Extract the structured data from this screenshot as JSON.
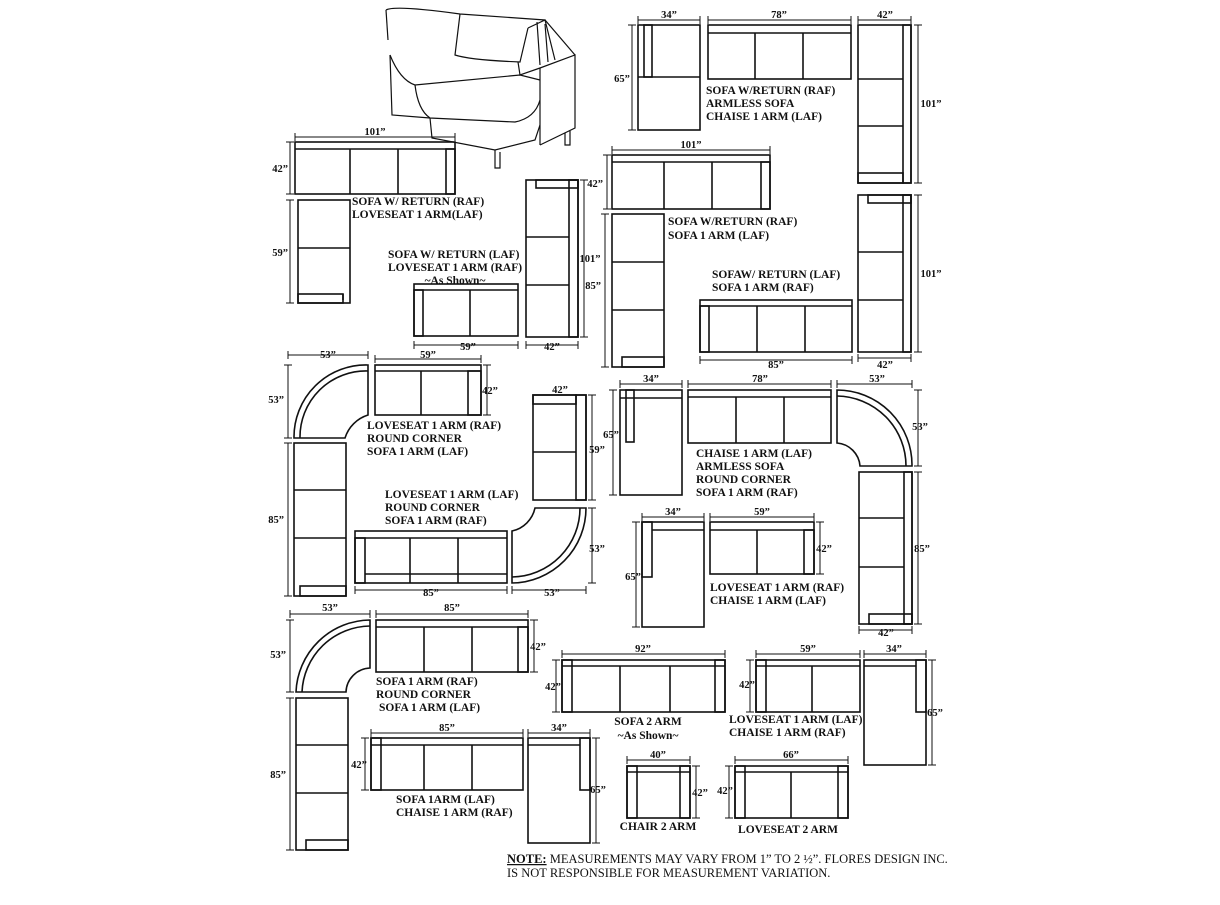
{
  "configs": {
    "c1": {
      "lines": [
        "SOFA W/RETURN (RAF)",
        "ARMLESS SOFA",
        "CHAISE 1 ARM (LAF)"
      ],
      "dims": [
        "34”",
        "78”",
        "42”",
        "65”",
        "101”"
      ]
    },
    "c2": {
      "lines": [
        "SOFA W/ RETURN (RAF)",
        "LOVESEAT 1 ARM(LAF)"
      ],
      "dims": [
        "101”",
        "42”",
        "59”"
      ]
    },
    "c3": {
      "lines": [
        "SOFA  W/ RETURN (LAF)",
        "LOVESEAT 1 ARM (RAF)",
        "~As Shown~"
      ],
      "dims": [
        "59”",
        "42”",
        "101”"
      ]
    },
    "c4": {
      "lines": [
        "SOFA W/RETURN (RAF)",
        "SOFA 1 ARM (LAF)"
      ],
      "dims": [
        "101”",
        "42”",
        "85”"
      ]
    },
    "c5": {
      "lines": [
        "SOFAW/ RETURN (LAF)",
        "SOFA 1 ARM (RAF)"
      ],
      "dims": [
        "85”",
        "42”",
        "101”"
      ]
    },
    "c6": {
      "lines": [
        "LOVESEAT 1 ARM (RAF)",
        "ROUND CORNER",
        "SOFA 1 ARM (LAF)"
      ],
      "dims": [
        "53”",
        "59”",
        "53”",
        "42”",
        "85”"
      ]
    },
    "c7": {
      "lines": [
        "LOVESEAT 1 ARM (LAF)",
        "ROUND CORNER",
        "SOFA 1 ARM (RAF)"
      ],
      "dims": [
        "42”",
        "59”",
        "53”",
        "85”",
        "53”"
      ]
    },
    "c8": {
      "lines": [
        "CHAISE 1 ARM (LAF)",
        "ARMLESS SOFA",
        "ROUND CORNER",
        "SOFA 1 ARM (RAF)"
      ],
      "dims": [
        "34”",
        "78”",
        "53”",
        "65”",
        "53”",
        "85”",
        "42”"
      ]
    },
    "c9": {
      "lines": [
        "LOVESEAT 1 ARM (RAF)",
        "CHAISE 1 ARM (LAF)"
      ],
      "dims": [
        "34”",
        "59”",
        "65”",
        "42”"
      ]
    },
    "c10": {
      "lines": [
        "SOFA 1 ARM (RAF)",
        "ROUND CORNER",
        "SOFA 1 ARM (LAF)"
      ],
      "dims": [
        "53”",
        "85”",
        "53”",
        "42”",
        "85”"
      ]
    },
    "c11": {
      "lines": [
        "SOFA 2 ARM",
        "~As Shown~"
      ],
      "dims": [
        "92”",
        "42”"
      ]
    },
    "c12": {
      "lines": [
        "LOVESEAT 1 ARM (LAF)",
        "CHAISE 1 ARM (RAF)"
      ],
      "dims": [
        "59”",
        "34”",
        "42”",
        "65”"
      ]
    },
    "c13": {
      "lines": [
        "SOFA 1ARM (LAF)",
        "CHAISE 1 ARM (RAF)"
      ],
      "dims": [
        "85”",
        "34”",
        "42”",
        "65”"
      ]
    },
    "c14": {
      "lines": [
        "CHAIR 2 ARM"
      ],
      "dims": [
        "40”",
        "42”"
      ]
    },
    "c15": {
      "lines": [
        "LOVESEAT  2 ARM"
      ],
      "dims": [
        "66”",
        "42”"
      ]
    }
  },
  "note": {
    "label": "NOTE:",
    "line1": " MEASUREMENTS MAY VARY FROM 1” TO 2 ½”. FLORES DESIGN INC.",
    "line2": "IS NOT RESPONSIBLE FOR MEASUREMENT VARIATION."
  }
}
